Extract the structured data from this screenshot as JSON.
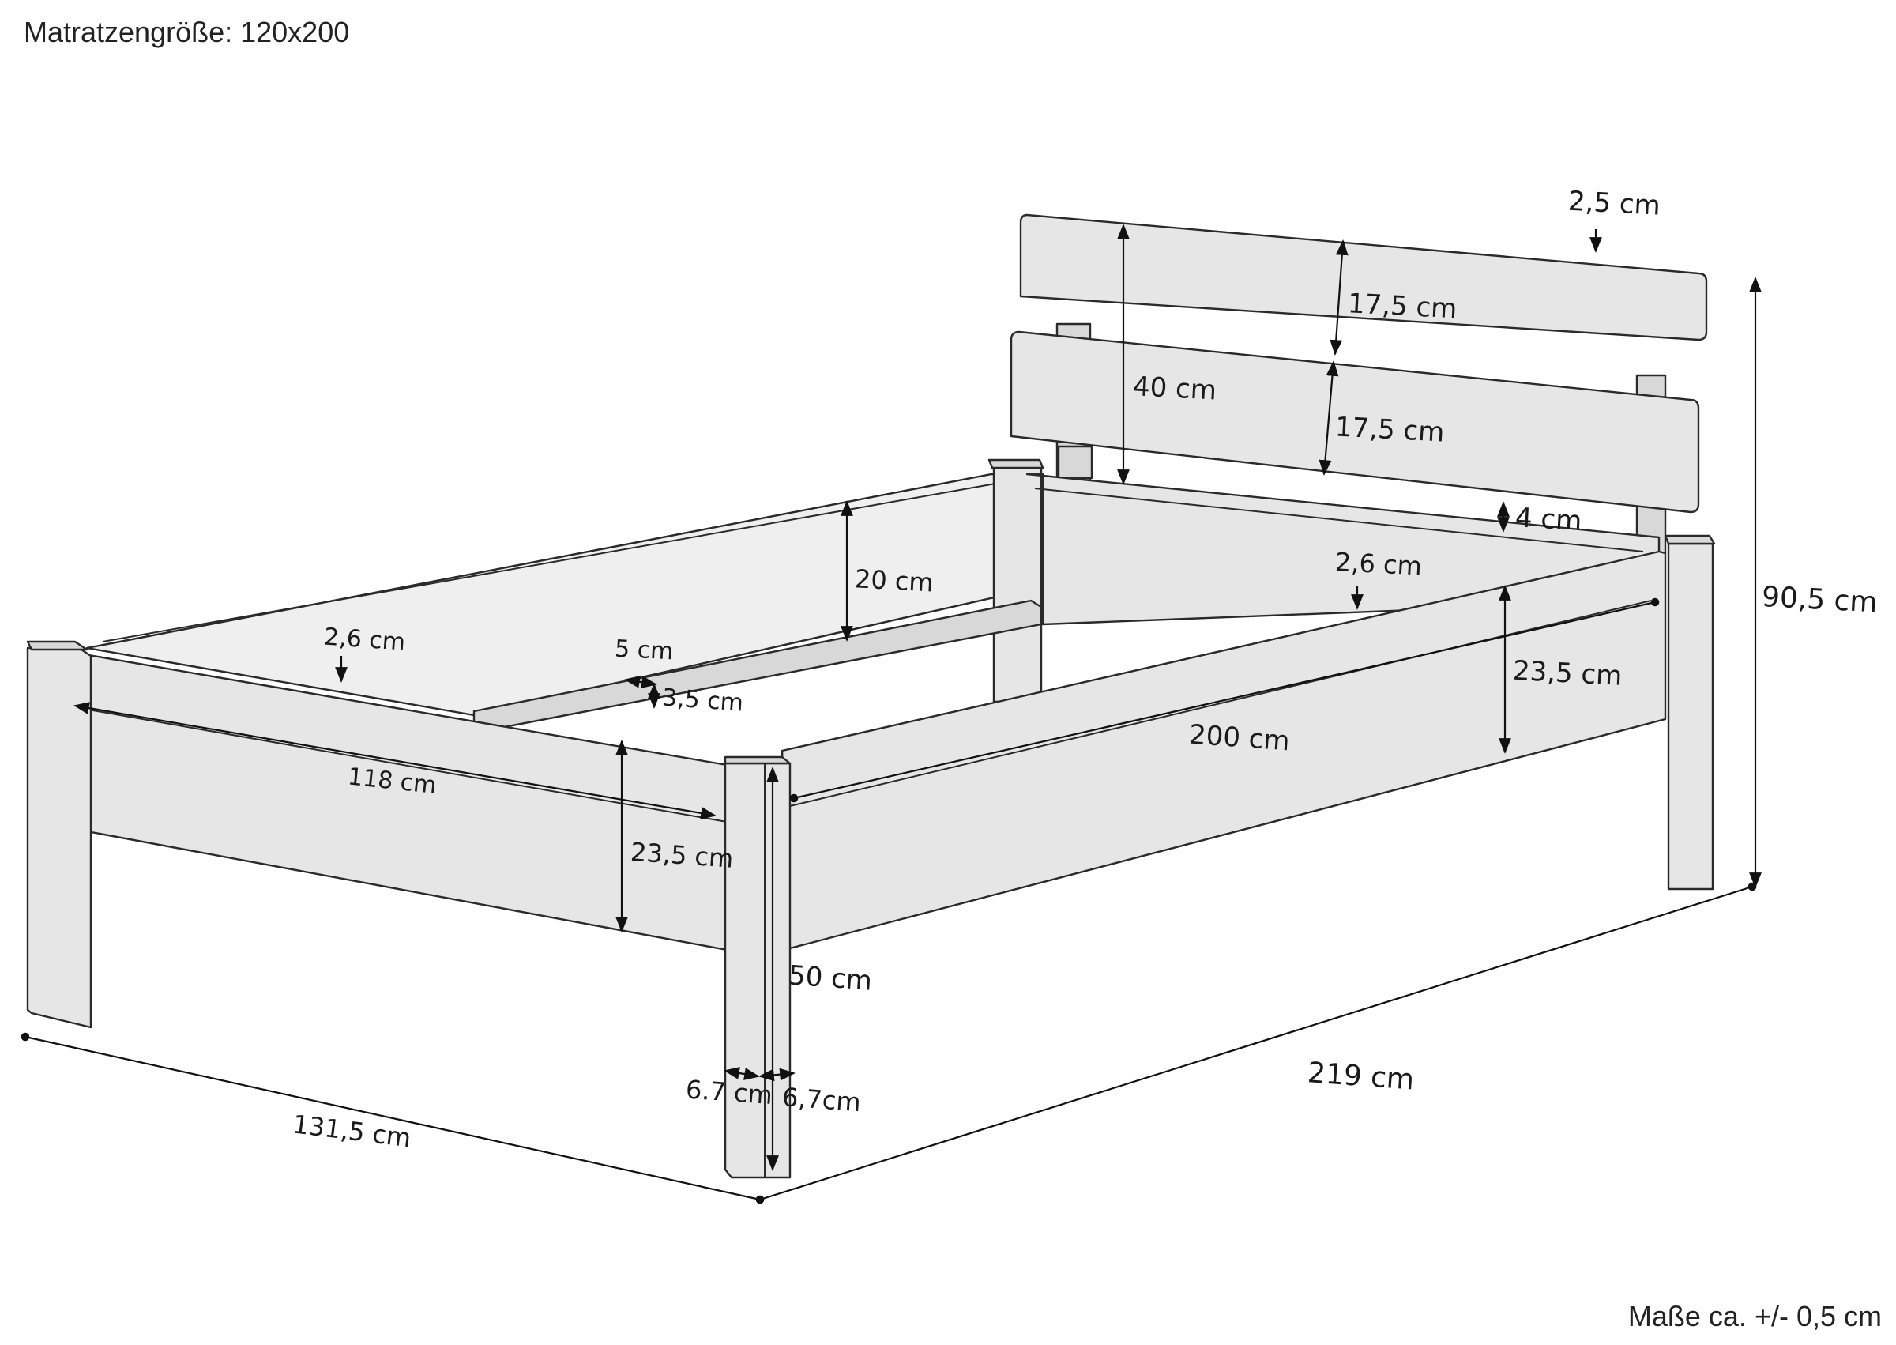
{
  "header": {
    "mattress_size": "Matratzengröße: 120x200",
    "tolerance": "Maße ca. +/- 0,5 cm"
  },
  "dimensions": {
    "headboard_thickness": "2,5 cm",
    "headboard_board_upper": "17,5 cm",
    "headboard_board_lower": "17,5 cm",
    "headboard_height": "40 cm",
    "headboard_gap": "4 cm",
    "total_height": "90,5 cm",
    "rear_rail_height": "20 cm",
    "right_rail_thickness": "2,6 cm",
    "right_rail_height": "23,5 cm",
    "inner_length": "200 cm",
    "left_rail_thickness": "2,6 cm",
    "slat_ledge_width": "5 cm",
    "slat_ledge_height": "3,5 cm",
    "inner_width": "118 cm",
    "foot_rail_height": "23,5 cm",
    "leg_height": "50 cm",
    "leg_depth": "6.7 cm",
    "leg_width": "6,7cm",
    "total_width": "131,5 cm",
    "total_length": "219 cm"
  }
}
